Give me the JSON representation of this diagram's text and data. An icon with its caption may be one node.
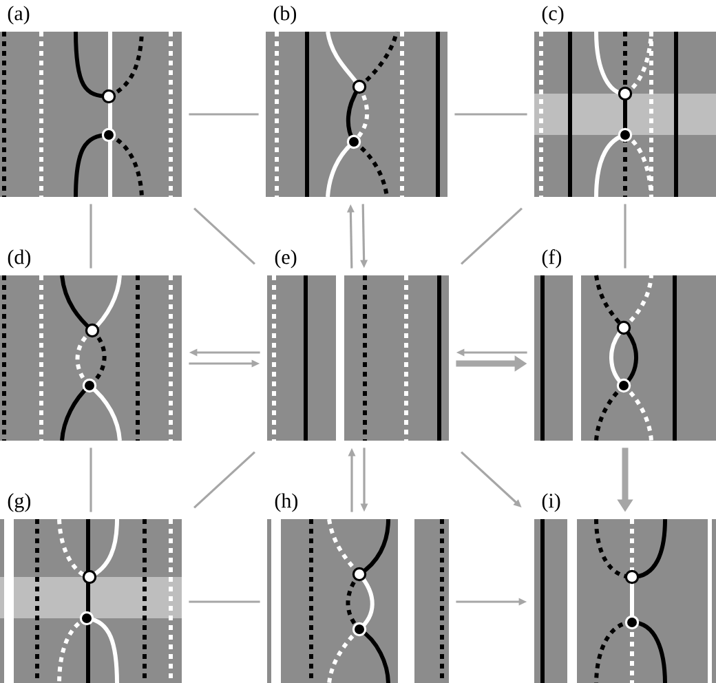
{
  "diagram": {
    "nodes": [
      {
        "text": [
          "(a)"
        ]
      },
      {
        "text": [
          "(b)"
        ]
      },
      {
        "text": [
          "(c)"
        ]
      },
      {
        "text": [
          "(d)"
        ]
      },
      {
        "text": [
          "(e)"
        ]
      },
      {
        "text": [
          "(f)"
        ]
      },
      {
        "text": [
          "(g)"
        ]
      },
      {
        "text": [
          "(h)"
        ]
      },
      {
        "text": [
          "(i)"
        ]
      }
    ],
    "edges": [
      {
        "from": 0,
        "to": 1,
        "arrow": "none"
      },
      {
        "from": 1,
        "to": 2,
        "arrow": "none"
      },
      {
        "from": 0,
        "to": 3,
        "arrow": "none"
      },
      {
        "from": 0,
        "to": 4,
        "arrow": "none"
      },
      {
        "from": 4,
        "to": 1,
        "arrow": "to"
      },
      {
        "from": 1,
        "to": 4,
        "arrow": "to"
      },
      {
        "from": 2,
        "to": 4,
        "arrow": "none"
      },
      {
        "from": 2,
        "to": 5,
        "arrow": "none"
      },
      {
        "from": 4,
        "to": 3,
        "arrow": "to"
      },
      {
        "from": 3,
        "to": 4,
        "arrow": "to"
      },
      {
        "from": 5,
        "to": 4,
        "arrow": "to"
      },
      {
        "from": 4,
        "to": 5,
        "arrow": "to",
        "style": "thick"
      },
      {
        "from": 3,
        "to": 6,
        "arrow": "none"
      },
      {
        "from": 4,
        "to": 6,
        "arrow": "none"
      },
      {
        "from": 7,
        "to": 4,
        "arrow": "to"
      },
      {
        "from": 4,
        "to": 7,
        "arrow": "to"
      },
      {
        "from": 4,
        "to": 8,
        "arrow": "to"
      },
      {
        "from": 5,
        "to": 8,
        "arrow": "to",
        "style": "thick"
      },
      {
        "from": 6,
        "to": 7,
        "arrow": "none"
      },
      {
        "from": 7,
        "to": 8,
        "arrow": "to"
      }
    ]
  }
}
